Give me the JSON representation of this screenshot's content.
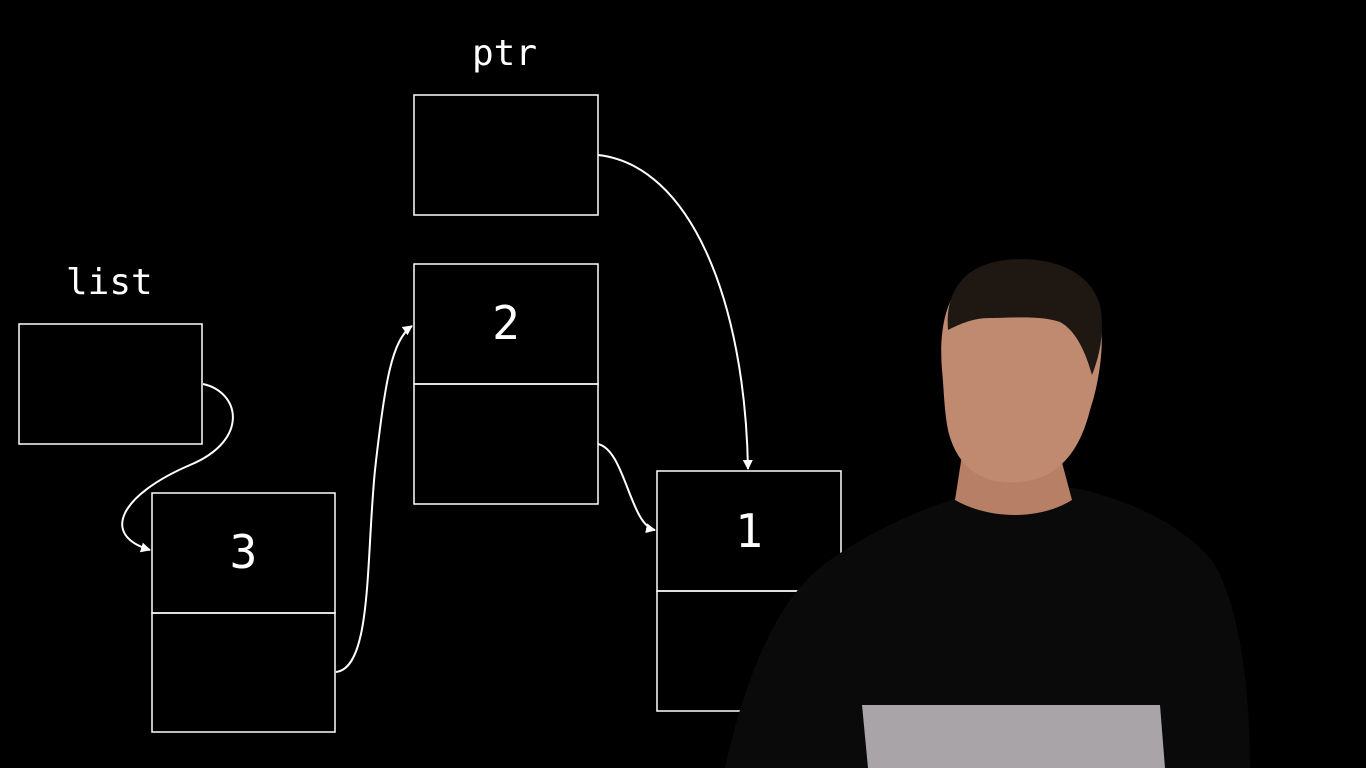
{
  "diagram": {
    "variables": {
      "list": "list",
      "ptr": "ptr"
    },
    "nodes": {
      "node_3": {
        "value": "3"
      },
      "node_2": {
        "value": "2"
      },
      "node_1": {
        "value": "1"
      }
    }
  },
  "colors": {
    "background": "#000000",
    "stroke": "#ffffff",
    "text": "#ffffff"
  }
}
